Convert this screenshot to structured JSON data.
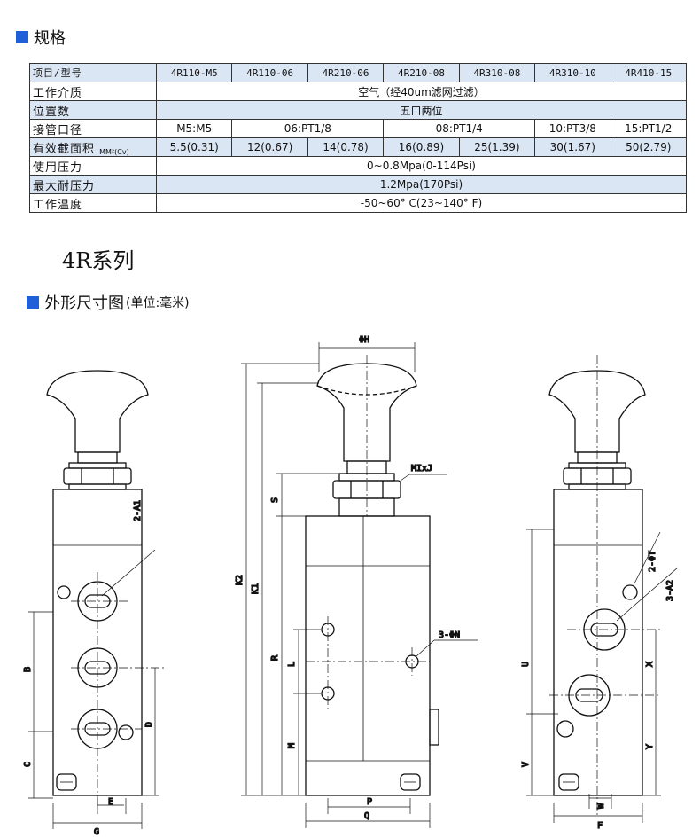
{
  "spec_section": {
    "title": "规格"
  },
  "table": {
    "header": {
      "label": "项目/型号",
      "models": [
        "4R110-M5",
        "4R110-06",
        "4R210-06",
        "4R210-08",
        "4R310-08",
        "4R310-10",
        "4R410-15"
      ]
    },
    "rows": {
      "medium": {
        "label": "工作介质",
        "value": "空气（经40um滤网过滤）"
      },
      "positions": {
        "label": "位置数",
        "value": "五口两位"
      },
      "port": {
        "label": "接管口径",
        "values": [
          "M5:M5",
          "06:PT1/8",
          "08:PT1/4",
          "10:PT3/8",
          "15:PT1/2"
        ]
      },
      "area": {
        "label": "有效截面积",
        "unit": "MM²(Cv)",
        "values": [
          "5.5(0.31)",
          "12(0.67)",
          "14(0.78)",
          "16(0.89)",
          "25(1.39)",
          "30(1.67)",
          "50(2.79)"
        ]
      },
      "pressure": {
        "label": "使用压力",
        "value": "0~0.8Mpa(0-114Psi)"
      },
      "max_pressure": {
        "label": "最大耐压力",
        "value": "1.2Mpa(170Psi)"
      },
      "temperature": {
        "label": "工作温度",
        "value": "-50~60° C(23~140° F)"
      }
    }
  },
  "series_title": "4R系列",
  "dim_section": {
    "title": "外形尺寸图",
    "unit_note": "(单位:毫米)"
  },
  "drawing_labels": {
    "left": {
      "a1": "2-A1",
      "b": "B",
      "c": "C",
      "d": "D",
      "e": "E",
      "g": "G"
    },
    "center": {
      "h": "ΦH",
      "mij": "MIxJ",
      "s": "S",
      "k2": "K2",
      "k1": "K1",
      "r": "R",
      "l": "L",
      "m": "M",
      "n": "3-ΦN",
      "p": "P",
      "q": "Q"
    },
    "right": {
      "t": "2-ΦT",
      "a2": "3-A2",
      "u": "U",
      "x": "X",
      "y": "Y",
      "v": "V",
      "w": "W",
      "f": "F"
    }
  },
  "colors": {
    "accent": "#1f5fd8",
    "row_alt": "#dbe6f4"
  }
}
